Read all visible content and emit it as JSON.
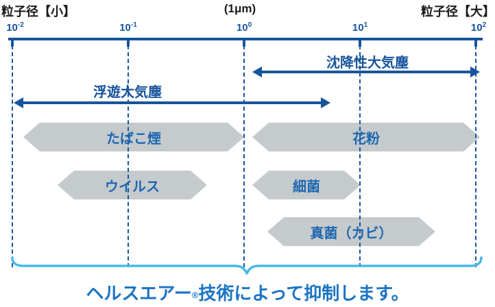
{
  "header": {
    "small_label": "粒子径【小】",
    "center_label": "(1μm)",
    "large_label": "粒子径【大】"
  },
  "axis": {
    "unit": "μm",
    "scale": "log",
    "ticks": [
      {
        "base": "10",
        "exp": "-2"
      },
      {
        "base": "10",
        "exp": "-1"
      },
      {
        "base": "10",
        "exp": "0"
      },
      {
        "base": "10",
        "exp": "1"
      },
      {
        "base": "10",
        "exp": "2"
      }
    ]
  },
  "ranges": {
    "suspended": {
      "label": "浮遊大気塵",
      "span_um": {
        "from": 0.01,
        "to": 5
      }
    },
    "settling": {
      "label": "沈降性大気塵",
      "span_um": {
        "from": 1,
        "to": 100
      }
    }
  },
  "bands": {
    "tobacco": {
      "label": "たばこ煙",
      "span_um": {
        "from": 0.01,
        "to": 1
      }
    },
    "pollen": {
      "label": "花粉",
      "span_um": {
        "from": 1,
        "to": 100
      }
    },
    "virus": {
      "label": "ウイルス",
      "span_um": {
        "from": 0.025,
        "to": 0.5
      }
    },
    "bacteria": {
      "label": "細菌",
      "span_um": {
        "from": 1,
        "to": 10
      }
    },
    "fungi": {
      "label": "真菌（カビ）",
      "span_um": {
        "from": 1.5,
        "to": 45
      }
    }
  },
  "footer": {
    "brand": "ヘルスエアー",
    "reg_mark": "®",
    "text": "技術によって抑制します。"
  },
  "colors": {
    "axis_blue": "#17549c",
    "band_gray": "#c5cacd",
    "band_text_blue": "#1d67b0",
    "brace_light_blue": "#45b9e8",
    "footer_blue": "#1b74c4"
  }
}
